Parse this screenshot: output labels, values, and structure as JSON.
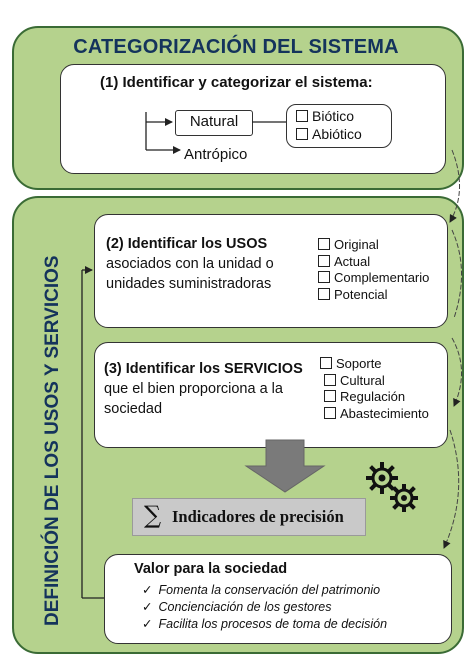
{
  "categorization": {
    "title": "CATEGORIZACIÓN DEL SISTEMA",
    "step1_label": "(1) Identificar y categorizar el sistema:",
    "natural": "Natural",
    "antropico": "Antrópico",
    "biotico": "Biótico",
    "abiotico": "Abiótico"
  },
  "definition": {
    "vertical_title": "DEFINICIÓN DE LOS USOS Y SERVICIOS",
    "usos": {
      "line1": "(2) Identificar los USOS",
      "line2": "asociados con la unidad o",
      "line3": "unidades suministradoras",
      "options": [
        "Original",
        "Actual",
        "Complementario",
        "Potencial"
      ]
    },
    "servicios": {
      "line1": "(3) Identificar los SERVICIOS",
      "line2": "que el bien proporciona a la",
      "line3": "sociedad",
      "options": [
        "Soporte",
        "Cultural",
        "Regulación",
        "Abastecimiento"
      ]
    },
    "indicators": {
      "symbol": "∑",
      "label": "Indicadores de precisión"
    },
    "value": {
      "title": "Valor para la sociedad",
      "items": [
        "Fomenta la conservación del patrimonio",
        "Concienciación de los gestores",
        "Facilita los procesos de toma de decisión"
      ]
    }
  },
  "colors": {
    "panel_fill": "#b5d28d",
    "panel_border": "#3a6b35",
    "title_text": "#14335c",
    "arrow_gray": "#7a7a7a",
    "indicator_fill": "#c9c9c9"
  }
}
